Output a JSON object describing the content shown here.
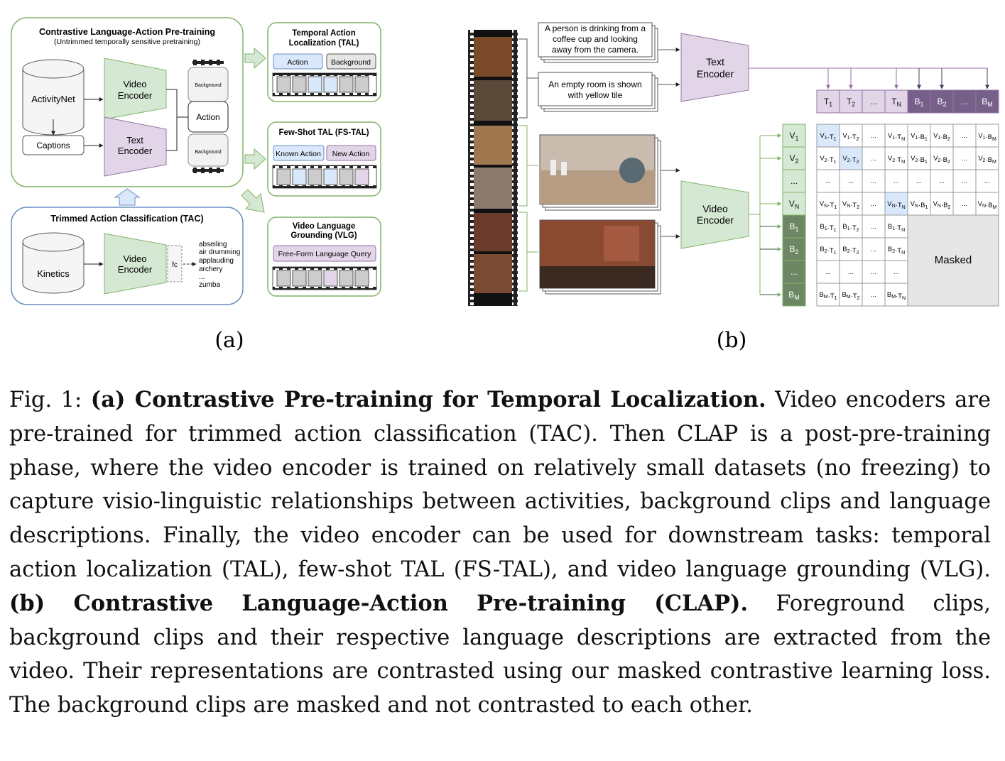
{
  "panel_a": {
    "clap_title": "Contrastive Language-Action Pre-training",
    "clap_subtitle": "(Untrimmed temporally sensitive pretraining)",
    "activitynet": "ActivityNet",
    "captions": "Captions",
    "video_encoder": [
      "Video",
      "Encoder"
    ],
    "text_encoder": [
      "Text",
      "Encoder"
    ],
    "background": "Background",
    "action": "Action",
    "tac_title": "Trimmed Action Classification (TAC)",
    "kinetics": "Kinetics",
    "fc": "fc",
    "class_list": [
      "abseiling",
      "air drumming",
      "applauding",
      "archery",
      "...",
      "zumba"
    ],
    "tal_title": [
      "Temporal Action",
      "Localization (TAL)"
    ],
    "tal_action": "Action",
    "tal_background": "Background",
    "fstal_title": "Few-Shot TAL (FS-TAL)",
    "known_action": "Known Action",
    "new_action": "New Action",
    "vlg_title": [
      "Video Language",
      "Grounding (VLG)"
    ],
    "vlg_query": "Free-Form Language Query",
    "label": "(a)"
  },
  "panel_b": {
    "caption1": [
      "A person is drinking from a",
      "coffee cup and looking",
      "away from the camera."
    ],
    "caption2": [
      "An empty room is shown",
      "with yellow tile"
    ],
    "text_encoder": [
      "Text",
      "Encoder"
    ],
    "video_encoder": [
      "Video",
      "Encoder"
    ],
    "t_header": [
      {
        "b": "T",
        "s": "1"
      },
      {
        "b": "T",
        "s": "2"
      },
      {
        "b": "...",
        "s": ""
      },
      {
        "b": "T",
        "s": "N"
      },
      {
        "b": "B",
        "s": "1"
      },
      {
        "b": "B",
        "s": "2"
      },
      {
        "b": "...",
        "s": ""
      },
      {
        "b": "B",
        "s": "M"
      }
    ],
    "v_labels": [
      {
        "b": "V",
        "s": "1"
      },
      {
        "b": "V",
        "s": "2"
      },
      {
        "b": "...",
        "s": ""
      },
      {
        "b": "V",
        "s": "N"
      },
      {
        "b": "B",
        "s": "1"
      },
      {
        "b": "B",
        "s": "2"
      },
      {
        "b": "...",
        "s": ""
      },
      {
        "b": "B",
        "s": "M"
      }
    ],
    "masked": "Masked",
    "label": "(b)",
    "colors": {
      "green_light": "#d5e8d4",
      "green_dark": "#6d8764",
      "purple_light": "#e1d5e7",
      "purple_dark": "#76608a",
      "blue_cell": "#dae8fc"
    }
  },
  "caption_parts": [
    {
      "t": "Fig. 1: ",
      "b": false
    },
    {
      "t": "(a) Contrastive Pre-training for Temporal Localization.",
      "b": true
    },
    {
      "t": " Video encoders are pre-trained for trimmed action classification (TAC). Then CLAP is a post-pre-training phase, where the video encoder is trained on relatively small datasets (no freezing) to capture visio-linguistic relationships between activities, background clips and language descriptions. Finally, the video encoder can be used for downstream tasks: temporal action localization (TAL), few-shot TAL (FS-TAL), and video language grounding (VLG). ",
      "b": false
    },
    {
      "t": "(b) Contrastive Language-Action Pre-training (CLAP).",
      "b": true
    },
    {
      "t": " Foreground clips, background clips and their respective language descriptions are extracted from the video. Their representa­tions are contrasted using our masked contrastive learning loss. The background clips are masked and not contrasted to each other.",
      "b": false
    }
  ]
}
